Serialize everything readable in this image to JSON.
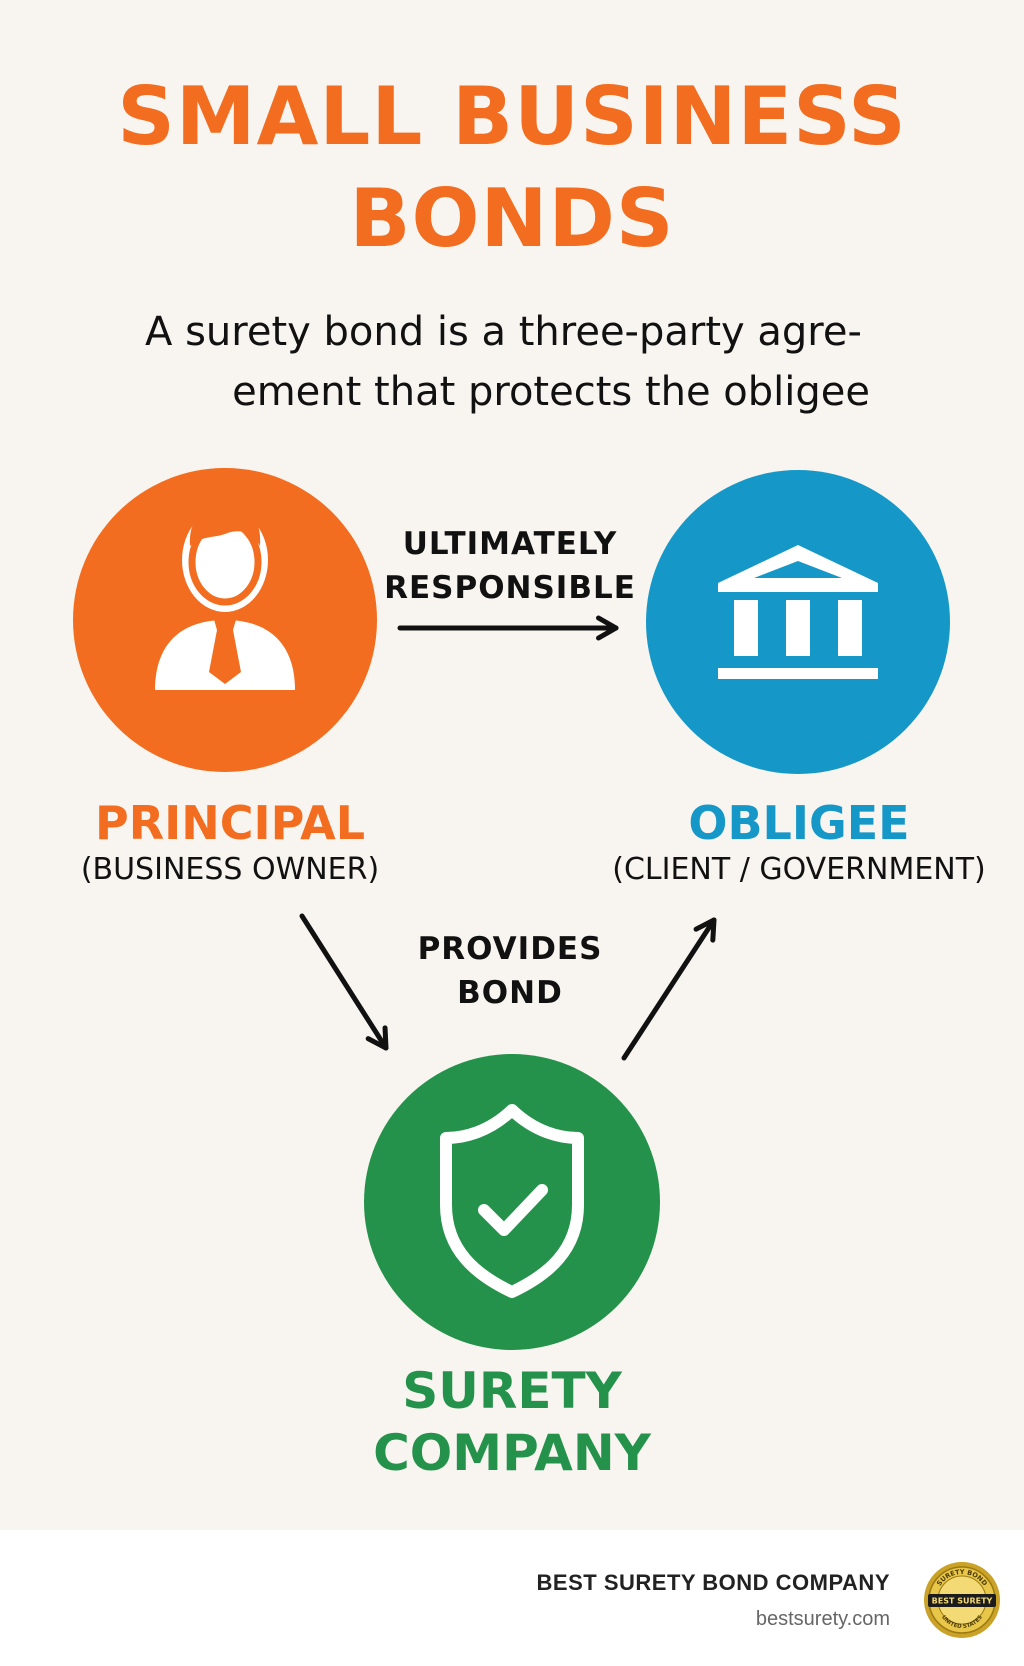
{
  "title": {
    "line1": "SMALL BUSINESS",
    "line2": "BONDS"
  },
  "subtitle": {
    "line1": "A surety bond is a three-party agre-",
    "line2": "ement that protects the obligee"
  },
  "nodes": {
    "principal": {
      "name": "PRINCIPAL",
      "sub": "(BUSINESS OWNER)",
      "color": "#f26d1f",
      "icon": "person-with-tie-icon"
    },
    "obligee": {
      "name": "OBLIGEE",
      "sub": "(CLIENT / GOVERNMENT)",
      "color": "#1597c8",
      "icon": "government-building-icon"
    },
    "surety": {
      "name_line1": "SURETY",
      "name_line2": "COMPANY",
      "color": "#24924b",
      "icon": "shield-check-icon"
    }
  },
  "edges": {
    "principal_to_obligee": {
      "line1": "ULTIMATELY",
      "line2": "RESPONSIBLE"
    },
    "surety_provides": {
      "line1": "PROVIDES",
      "line2": "BOND"
    }
  },
  "footer": {
    "brand_name": "BEST SURETY BOND COMPANY",
    "brand_url": "bestsurety.com",
    "seal": {
      "top_text": "SURETY BOND",
      "center_text": "BEST SURETY",
      "bottom_text": "UNITED STATES",
      "icon": "gold-seal-icon"
    }
  }
}
